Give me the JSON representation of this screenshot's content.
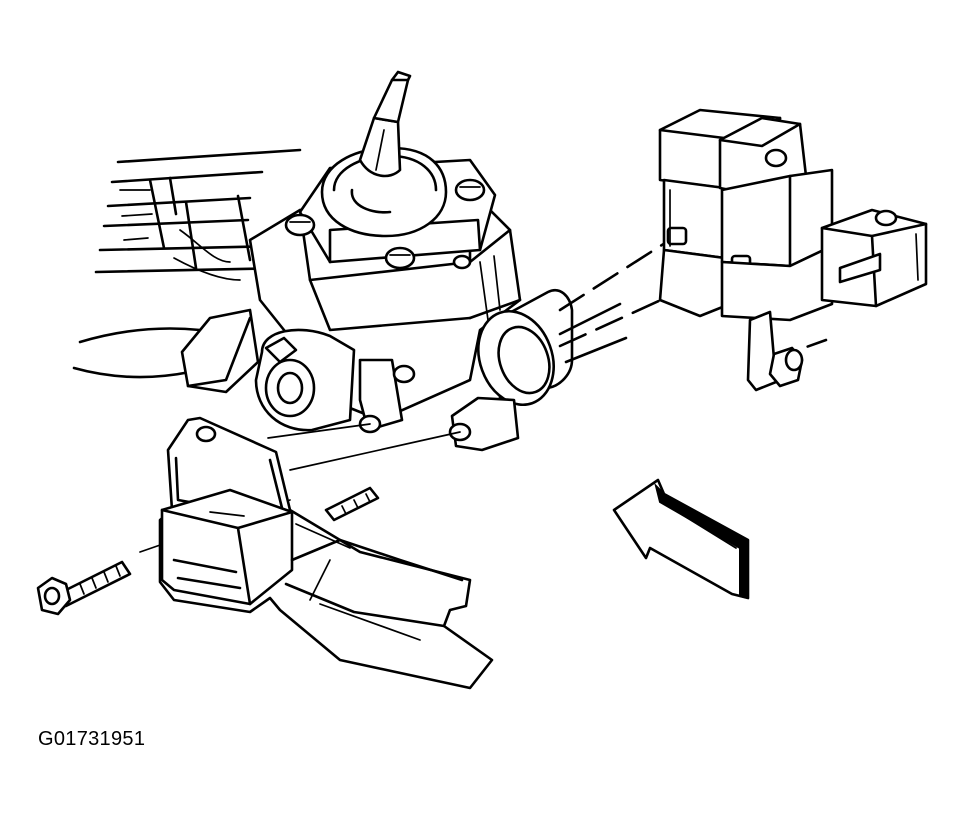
{
  "figure": {
    "code": "G01731951"
  },
  "colors": {
    "line": "#000000",
    "background": "#ffffff"
  },
  "parts": [
    "steering-gear-housing",
    "steering-shaft",
    "shift-lever-boot",
    "mounting-bracket",
    "front-bracket",
    "mounting-bolt",
    "mounting-nut",
    "front-direction-arrow"
  ]
}
